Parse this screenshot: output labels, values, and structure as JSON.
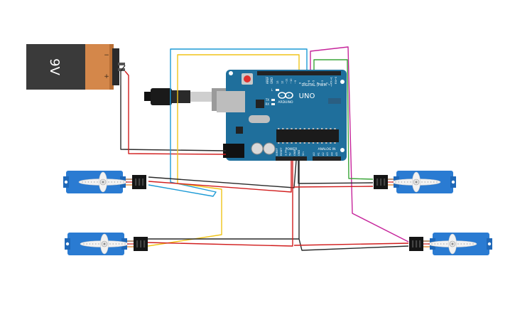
{
  "battery": {
    "label": "9V",
    "minus": "−",
    "plus": "+"
  },
  "arduino": {
    "brand": "ARDUINO",
    "model": "UNO",
    "digital_label": "DIGITAL (PWM ~)",
    "power_label": "POWER",
    "analog_label": "ANALOG IN",
    "tx_label": "TX",
    "rx_label": "RX",
    "l_label": "L",
    "aref_label": "AREF",
    "gnd_label": "GND",
    "digital_pins": [
      "13",
      "12",
      "~11",
      "~10",
      "~9",
      "8",
      "7",
      "~6",
      "~5",
      "4",
      "~3",
      "2",
      "TX→1",
      "RX←0"
    ],
    "power_pins": [
      "IOREF",
      "RESET",
      "3.3V",
      "5V",
      "GND",
      "GND",
      "Vin"
    ],
    "analog_pins": [
      "A0",
      "A1",
      "A2",
      "A3",
      "A4",
      "A5"
    ]
  },
  "servos": [
    {
      "name": "servo-top-left"
    },
    {
      "name": "servo-bottom-left"
    },
    {
      "name": "servo-top-right"
    },
    {
      "name": "servo-bottom-right"
    }
  ],
  "colors": {
    "board": "#1f6f9c",
    "wire_red": "#d11d1d",
    "wire_black": "#2a2a2a",
    "wire_blue": "#1c9ad6",
    "wire_yellow": "#f0c419",
    "wire_magenta": "#c6249b",
    "wire_green": "#3aa538",
    "servo_body": "#2a7bd2"
  }
}
